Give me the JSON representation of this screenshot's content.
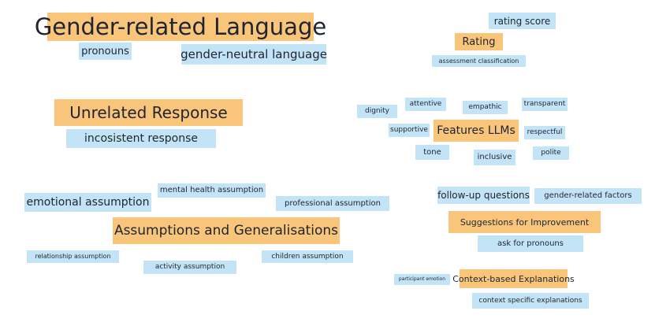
{
  "colors": {
    "theme": "#f8c57a",
    "code": "#c3e4f6",
    "text": "#1f2430"
  },
  "clusters": {
    "gender": {
      "theme": "Gender-related Language",
      "codes": [
        "pronouns",
        "gender-neutral language"
      ]
    },
    "rating": {
      "theme": "Rating",
      "codes": [
        "rating score",
        "assessment classification"
      ]
    },
    "unrelated": {
      "theme": "Unrelated Response",
      "codes": [
        "incosistent response"
      ]
    },
    "features": {
      "theme": "Features LLMs",
      "codes": [
        "dignity",
        "attentive",
        "empathic",
        "transparent",
        "supportive",
        "respectful",
        "tone",
        "inclusive",
        "polite"
      ]
    },
    "assumptions": {
      "theme": "Assumptions and Generalisations",
      "codes": [
        "emotional assumption",
        "mental health assumption",
        "professional assumption",
        "relationship assumption",
        "activity assumption",
        "children assumption"
      ]
    },
    "suggestions": {
      "theme": "Suggestions for Improvement",
      "codes": [
        "follow-up questions",
        "gender-related factors",
        "ask for pronouns"
      ]
    },
    "context": {
      "theme": "Context-based Explanations",
      "codes": [
        "participant emotion",
        "context specific explanations"
      ]
    }
  }
}
